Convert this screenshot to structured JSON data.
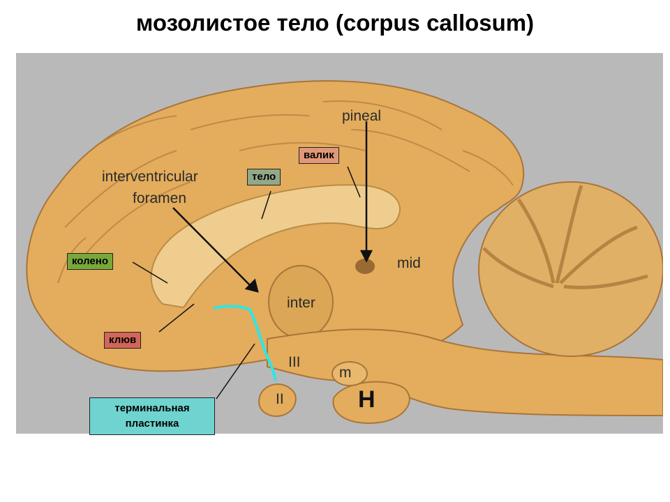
{
  "title": "мозолистое тело (corpus callosum)",
  "photo_labels": {
    "pineal": "pineal",
    "interventricular": "interventricular",
    "foramen": "foramen",
    "mid": "mid",
    "inter": "inter",
    "iii": "III",
    "m": "m",
    "ii": "II",
    "h": "H"
  },
  "callouts": {
    "valik": "валик",
    "telo": "тело",
    "koleno": "колено",
    "klyuv": "клюв",
    "terminal_line1": "терминальная",
    "terminal_line2": "пластинка"
  },
  "colors": {
    "background": "#b9b9b9",
    "tissue": "#e3ad5d",
    "tissue_light": "#efcd8e",
    "klyuv": "#d2665a",
    "koleno": "#79a83a",
    "telo": "#93a889",
    "valik": "#e09878",
    "terminal": "#6fd3d0",
    "terminal_line": "#2ee6e6"
  }
}
